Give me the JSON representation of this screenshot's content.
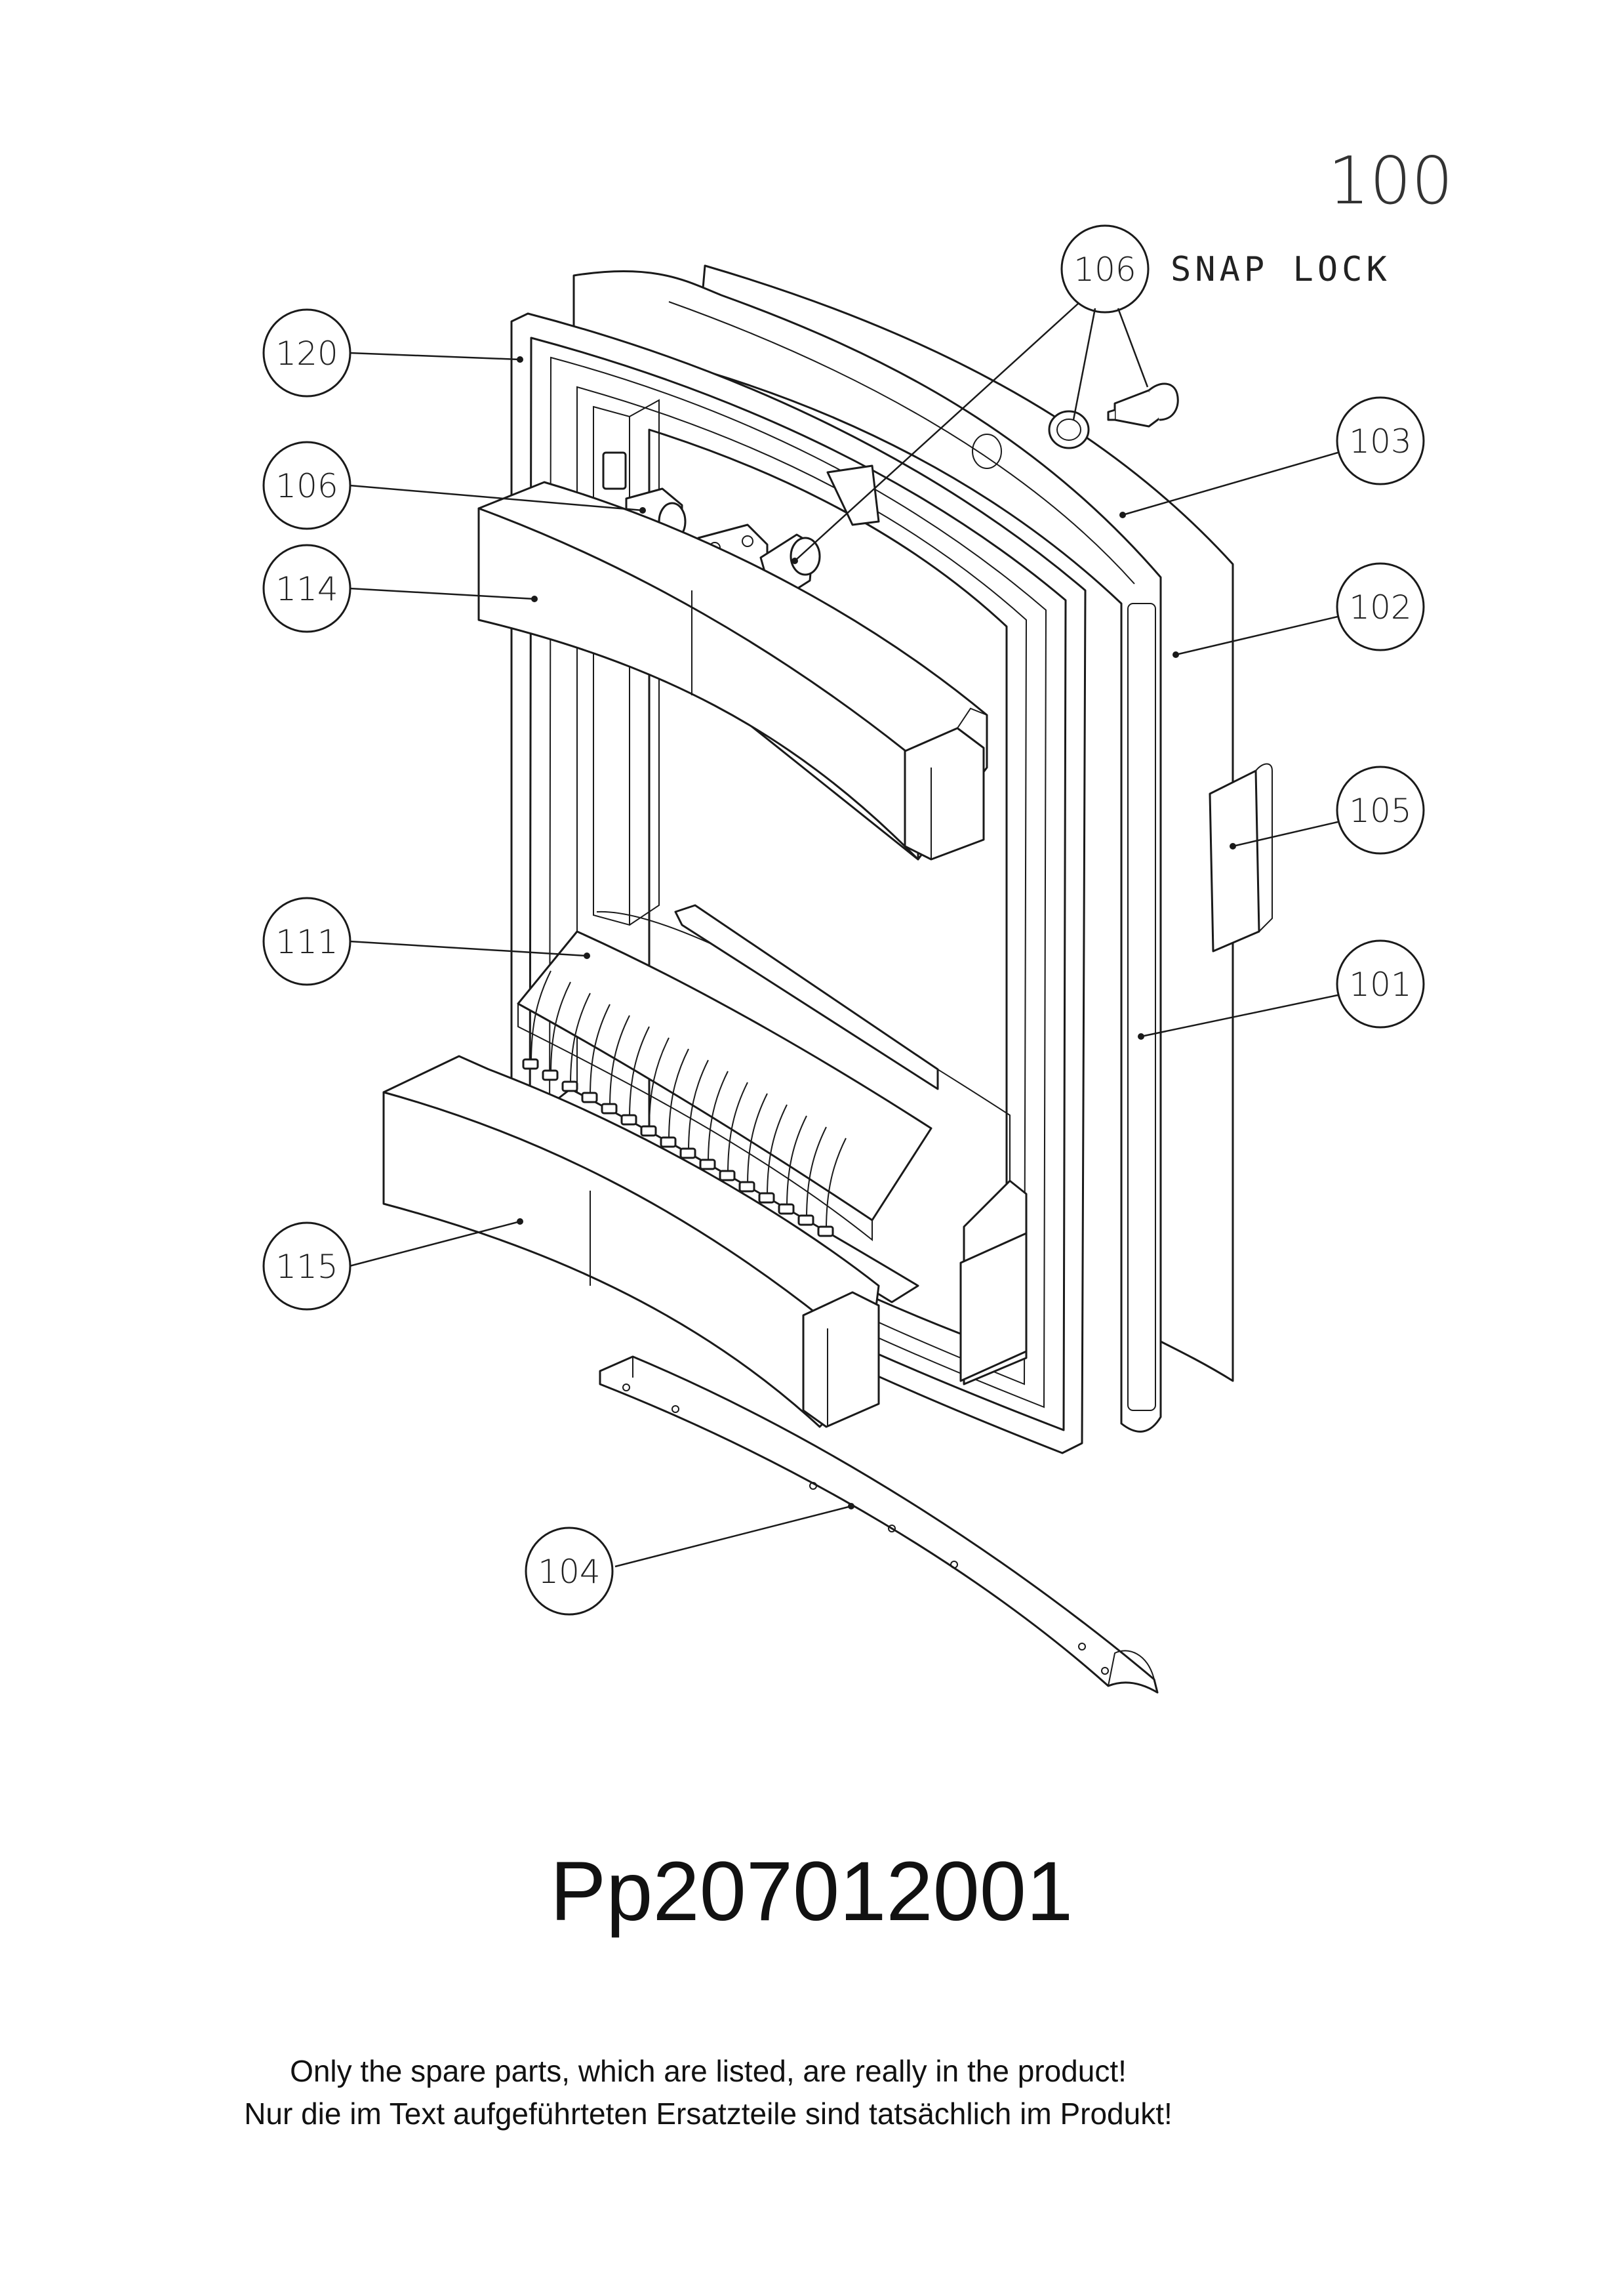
{
  "assembly_number": "100",
  "callouts": [
    {
      "id": "callout-120",
      "label": "120"
    },
    {
      "id": "callout-106-left",
      "label": "106"
    },
    {
      "id": "callout-114",
      "label": "114"
    },
    {
      "id": "callout-111",
      "label": "111"
    },
    {
      "id": "callout-115",
      "label": "115"
    },
    {
      "id": "callout-104",
      "label": "104"
    },
    {
      "id": "callout-106-top",
      "label": "106"
    },
    {
      "id": "callout-103",
      "label": "103"
    },
    {
      "id": "callout-102",
      "label": "102"
    },
    {
      "id": "callout-105",
      "label": "105"
    },
    {
      "id": "callout-101",
      "label": "101"
    }
  ],
  "snap_lock_label": "SNAP LOCK",
  "part_number": "Pp207012001",
  "notes": {
    "english": "Only the spare parts, which are listed, are really in the product!",
    "german": "Nur die im Text aufgeführteten Ersatzteile sind tatsächlich im Produkt!"
  }
}
